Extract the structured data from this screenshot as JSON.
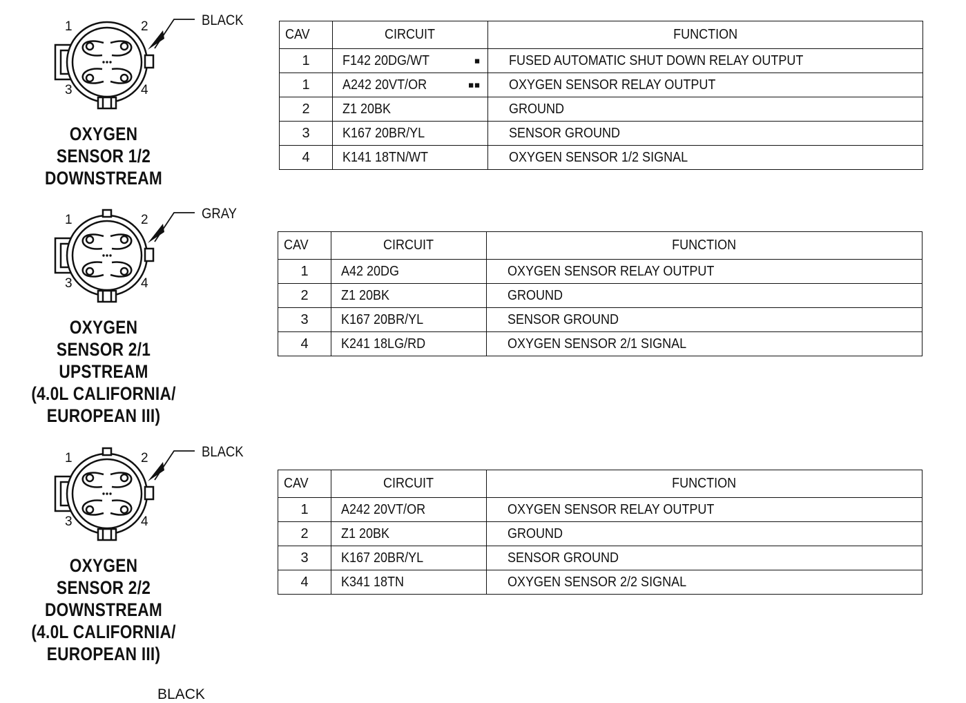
{
  "connectors": [
    {
      "color": "BLACK",
      "title_lines": [
        "OXYGEN",
        "SENSOR 1/2",
        "DOWNSTREAM"
      ],
      "pins": [
        "1",
        "2",
        "3",
        "4"
      ],
      "table": {
        "headers": [
          "CAV",
          "CIRCUIT",
          "FUNCTION"
        ],
        "rows": [
          {
            "cav": "1",
            "circuit": "F142 20DG/WT",
            "marker": "■",
            "function": "FUSED AUTOMATIC SHUT DOWN RELAY OUTPUT"
          },
          {
            "cav": "1",
            "circuit": "A242 20VT/OR",
            "marker": "■■",
            "function": "OXYGEN SENSOR RELAY OUTPUT"
          },
          {
            "cav": "2",
            "circuit": "Z1 20BK",
            "marker": "",
            "function": "GROUND"
          },
          {
            "cav": "3",
            "circuit": "K167 20BR/YL",
            "marker": "",
            "function": "SENSOR GROUND"
          },
          {
            "cav": "4",
            "circuit": "K141 18TN/WT",
            "marker": "",
            "function": "OXYGEN SENSOR 1/2 SIGNAL"
          }
        ]
      }
    },
    {
      "color": "GRAY",
      "title_lines": [
        "OXYGEN",
        "SENSOR 2/1",
        "UPSTREAM",
        "(4.0L CALIFORNIA/",
        "EUROPEAN III)"
      ],
      "pins": [
        "1",
        "2",
        "3",
        "4"
      ],
      "table": {
        "headers": [
          "CAV",
          "CIRCUIT",
          "FUNCTION"
        ],
        "rows": [
          {
            "cav": "1",
            "circuit": "A42 20DG",
            "marker": "",
            "function": "OXYGEN SENSOR RELAY OUTPUT"
          },
          {
            "cav": "2",
            "circuit": "Z1 20BK",
            "marker": "",
            "function": "GROUND"
          },
          {
            "cav": "3",
            "circuit": "K167 20BR/YL",
            "marker": "",
            "function": "SENSOR GROUND"
          },
          {
            "cav": "4",
            "circuit": "K241 18LG/RD",
            "marker": "",
            "function": "OXYGEN SENSOR 2/1 SIGNAL"
          }
        ]
      }
    },
    {
      "color": "BLACK",
      "title_lines": [
        "OXYGEN",
        "SENSOR 2/2",
        "DOWNSTREAM",
        "(4.0L CALIFORNIA/",
        "EUROPEAN III)"
      ],
      "pins": [
        "1",
        "2",
        "3",
        "4"
      ],
      "table": {
        "headers": [
          "CAV",
          "CIRCUIT",
          "FUNCTION"
        ],
        "rows": [
          {
            "cav": "1",
            "circuit": "A242 20VT/OR",
            "marker": "",
            "function": "OXYGEN SENSOR RELAY OUTPUT"
          },
          {
            "cav": "2",
            "circuit": "Z1 20BK",
            "marker": "",
            "function": "GROUND"
          },
          {
            "cav": "3",
            "circuit": "K167 20BR/YL",
            "marker": "",
            "function": "SENSOR GROUND"
          },
          {
            "cav": "4",
            "circuit": "K341 18TN",
            "marker": "",
            "function": "OXYGEN SENSOR 2/2 SIGNAL"
          }
        ]
      }
    }
  ],
  "partial_label_bottom": "BLACK"
}
